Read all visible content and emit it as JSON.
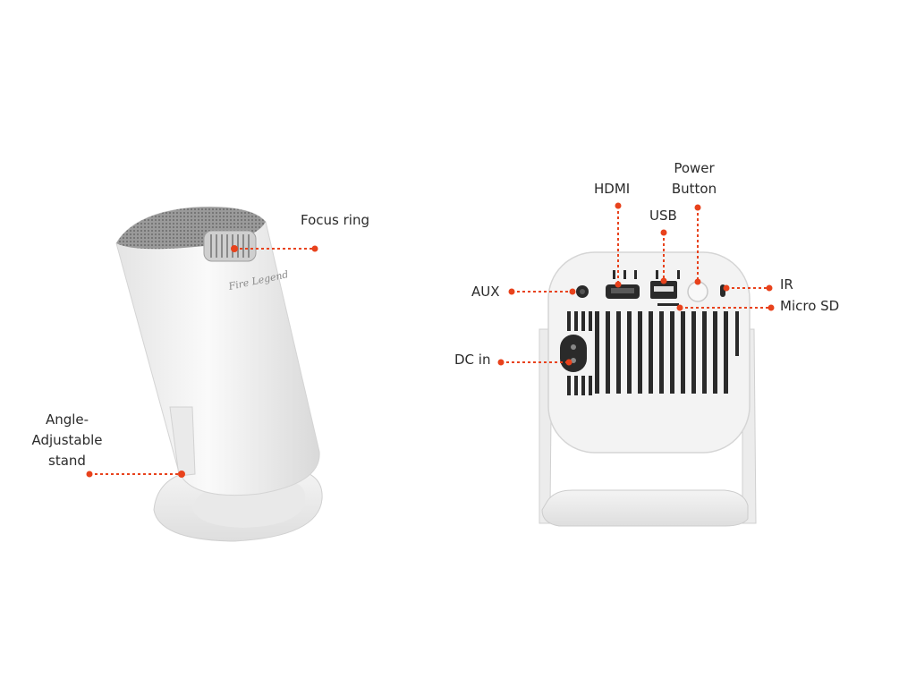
{
  "colors": {
    "callout": "#e8421c",
    "body_white": "#f2f2f2",
    "body_shade": "#dcdcdc",
    "port_dark": "#2a2a2a",
    "text": "#2b2b2b"
  },
  "brand": {
    "logo_text": "Fire Legend"
  },
  "labels": {
    "focus_ring": "Focus ring",
    "stand_line1": "Angle-",
    "stand_line2": "Adjustable",
    "stand_line3": "stand",
    "hdmi": "HDMI",
    "power_line1": "Power",
    "power_line2": "Button",
    "usb": "USB",
    "aux": "AUX",
    "ir": "IR",
    "micro_sd": "Micro SD",
    "dc_in": "DC in"
  }
}
